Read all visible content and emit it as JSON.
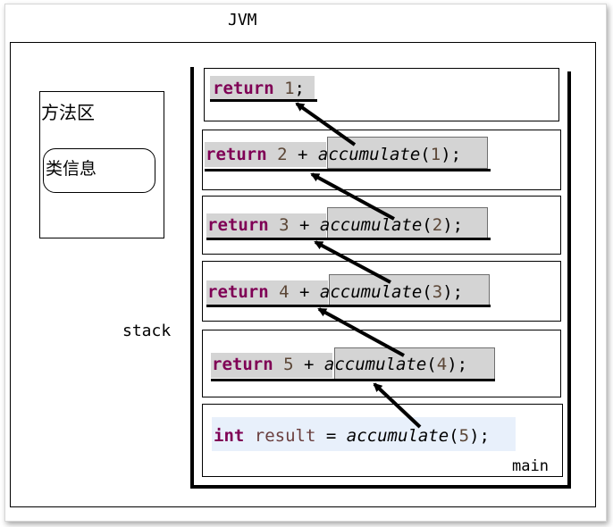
{
  "title": "JVM",
  "method_area": {
    "label": "方法区",
    "class_info": "类信息"
  },
  "stack_label": "stack",
  "frames": [
    {
      "keyword": "return",
      "number": "1",
      "op": "",
      "call": "",
      "end": ";"
    },
    {
      "keyword": "return",
      "number": "2",
      "op": "+",
      "call_name": "accumulate",
      "call_arg": "1",
      "end": ";"
    },
    {
      "keyword": "return",
      "number": "3",
      "op": "+",
      "call_name": "accumulate",
      "call_arg": "2",
      "end": ";"
    },
    {
      "keyword": "return",
      "number": "4",
      "op": "+",
      "call_name": "accumulate",
      "call_arg": "3",
      "end": ";"
    },
    {
      "keyword": "return",
      "number": "5",
      "op": "+",
      "call_name": "accumulate",
      "call_arg": "4",
      "end": ";"
    }
  ],
  "main_frame": {
    "type_kw": "int",
    "var": "result",
    "op": "=",
    "call_name": "accumulate",
    "call_arg": "5",
    "end": ";",
    "label": "main"
  }
}
